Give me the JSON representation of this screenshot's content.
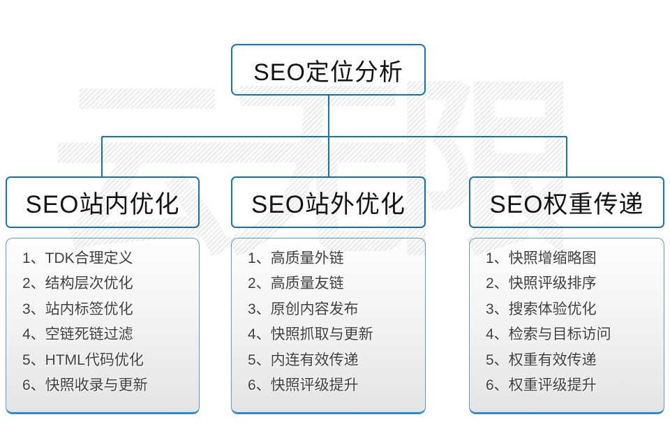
{
  "watermark": {
    "text": "云无限"
  },
  "root": {
    "label": "SEO定位分析"
  },
  "columns": [
    {
      "id": "onsite",
      "header": "SEO站内优化",
      "items": [
        "1、TDK合理定义",
        "2、结构层次优化",
        "3、站内标签优化",
        "4、空链死链过滤",
        "5、HTML代码优化",
        "6、快照收录与更新"
      ]
    },
    {
      "id": "offsite",
      "header": "SEO站外优化",
      "items": [
        "1、高质量外链",
        "2、高质量友链",
        "3、原创内容发布",
        "4、快照抓取与更新",
        "5、内连有效传递",
        "6、快照评级提升"
      ]
    },
    {
      "id": "weight",
      "header": "SEO权重传递",
      "items": [
        "1、快照增缩略图",
        "2、快照评级排序",
        "3、搜索体验优化",
        "4、检索与目标访问",
        "5、权重有效传递",
        "6、权重评级提升"
      ]
    }
  ],
  "colors": {
    "connector_blue": "#1173c4",
    "box_border_blue": "#1173c4",
    "panel_border_blue": "#2b8ad6",
    "list_text_gray": "#3e3e3e",
    "watermark_gray": "#ececec"
  }
}
